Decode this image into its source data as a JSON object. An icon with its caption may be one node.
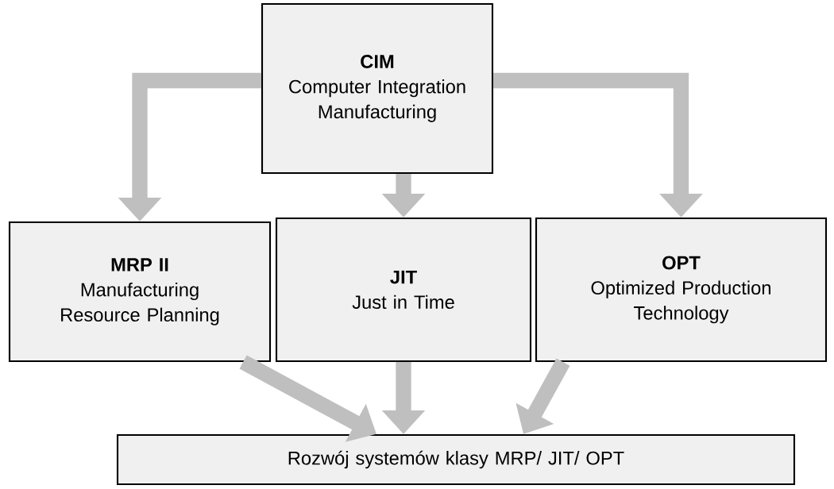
{
  "diagram": {
    "nodes": [
      {
        "text": [
          "CIM",
          "Computer Integration Manufacturing"
        ]
      },
      {
        "text": [
          "MRP II",
          "Manufacturing Resource Planning"
        ]
      },
      {
        "text": [
          "JIT",
          "Just in Time"
        ]
      },
      {
        "text": [
          "OPT",
          "Optimized Production Technology"
        ]
      },
      {
        "text": [
          "Rozwój systemów klasy MRP/ JIT/ OPT"
        ]
      }
    ],
    "edges": [
      {
        "from": 0,
        "to": 1,
        "arrow": "to"
      },
      {
        "from": 0,
        "to": 2,
        "arrow": "to"
      },
      {
        "from": 0,
        "to": 3,
        "arrow": "to"
      },
      {
        "from": 1,
        "to": 4,
        "arrow": "to"
      },
      {
        "from": 2,
        "to": 4,
        "arrow": "to"
      },
      {
        "from": 3,
        "to": 4,
        "arrow": "to"
      }
    ]
  }
}
